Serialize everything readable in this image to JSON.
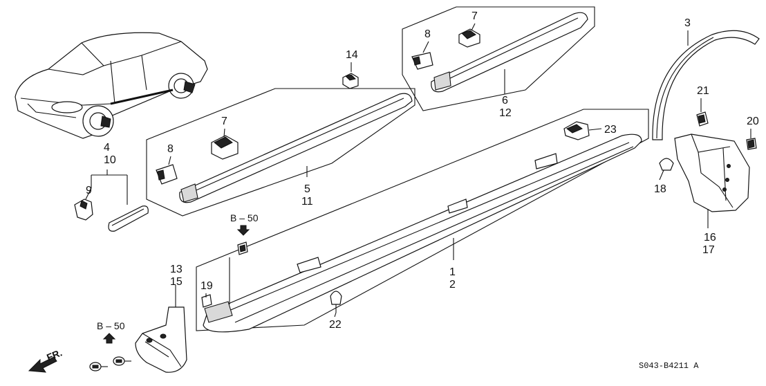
{
  "diagram": {
    "callouts": {
      "c1": "1",
      "c2": "2",
      "c3": "3",
      "c4": "4",
      "c5": "5",
      "c6": "6",
      "c7a": "7",
      "c7b": "7",
      "c8a": "8",
      "c8b": "8",
      "c9": "9",
      "c10": "10",
      "c11": "11",
      "c12": "12",
      "c13": "13",
      "c14": "14",
      "c15": "15",
      "c16": "16",
      "c17": "17",
      "c18": "18",
      "c19": "19",
      "c20": "20",
      "c21": "21",
      "c22": "22",
      "c23": "23"
    },
    "refs": {
      "ref_top": "B – 50",
      "ref_bottom": "B – 50"
    },
    "front_label": "FR.",
    "drawing_code": "S043-B4211 A",
    "colors": {
      "ink": "#111111",
      "background": "#ffffff"
    }
  }
}
